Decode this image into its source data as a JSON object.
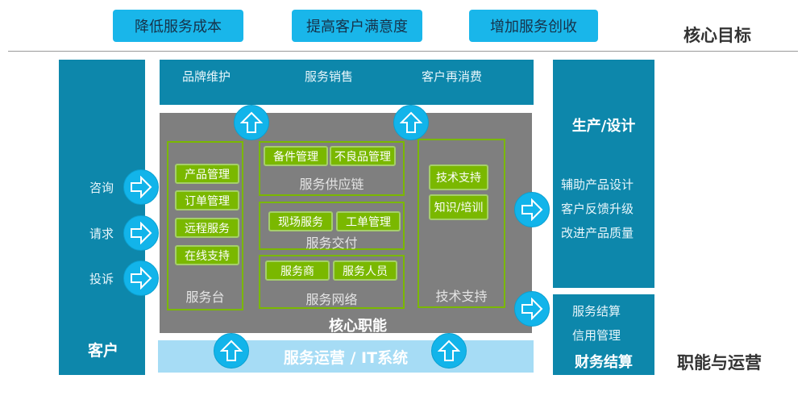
{
  "goals": {
    "title": "核心目标",
    "items": [
      "降低服务成本",
      "提高客户满意度",
      "增加服务创收"
    ]
  },
  "customer": {
    "title": "客户",
    "inputs": [
      "咨询",
      "请求",
      "投诉"
    ]
  },
  "top_bar": {
    "items": [
      "品牌维护",
      "服务销售",
      "客户再消费"
    ]
  },
  "core": {
    "title": "核心职能",
    "service_desk": {
      "label": "服务台",
      "items": [
        "产品管理",
        "订单管理",
        "远程服务",
        "在线支持"
      ]
    },
    "supply_chain": {
      "label": "服务供应链",
      "items": [
        "备件管理",
        "不良品管理"
      ]
    },
    "delivery": {
      "label": "服务交付",
      "items": [
        "现场服务",
        "工单管理"
      ]
    },
    "network": {
      "label": "服务网络",
      "items": [
        "服务商",
        "服务人员"
      ]
    },
    "tech": {
      "label": "技术支持",
      "items": [
        "技术支持",
        "知识/培训"
      ]
    }
  },
  "it_bar": {
    "label": "服务运营 / IT系统"
  },
  "production": {
    "title": "生产/设计",
    "items": [
      "辅助产品设计",
      "客户反馈升级",
      "改进产品质量"
    ]
  },
  "finance": {
    "title": "财务结算",
    "items": [
      "服务结算",
      "信用管理"
    ]
  },
  "ops_title": "职能与运营"
}
